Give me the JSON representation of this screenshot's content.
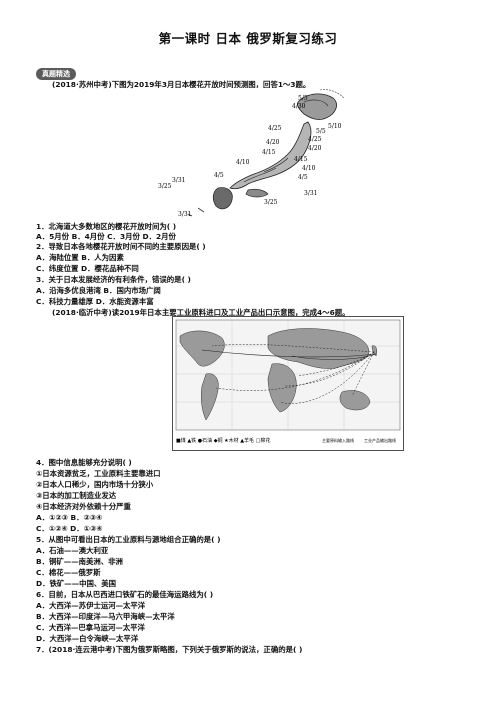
{
  "page": {
    "title": "第一课时  日本  俄罗斯复习练习",
    "badge": "真题精选"
  },
  "map1": {
    "labels": [
      "5/5",
      "4/30",
      "5/10",
      "4/25",
      "5/5",
      "4/20",
      "4/25",
      "4/15",
      "4/20",
      "4/10",
      "4/15",
      "4/5",
      "4/10",
      "3/31",
      "4/5",
      "3/25",
      "3/31",
      "3/25",
      "3/31"
    ]
  },
  "map2": {
    "legend": "■煤 ▲铁 ●石油 ◆铜 ★木材 ▲羊毛 □棉花",
    "legend2": "主要原料输入路线",
    "legend3": "工业产品输出路线"
  },
  "lines": [
    "(2018·苏州中考)下图为2019年3月日本樱花开放时间预测图，回答1～3题。",
    "1．北海道大多数地区的樱花开放时间为(     )",
    "A．5月份          B．4月份          C．3月份          D．2月份",
    "2．导致日本各地樱花开放时间不同的主要原因是(     )",
    "A．海陆位置                         B．人为因素",
    "C．纬度位置                         D．樱花品种不同",
    "3．关于日本发展经济的有利条件，错误的是(     )",
    "A．沿海多优良港湾             B．国内市场广阔",
    "C．科技力量雄厚                D．水能资源丰富",
    "(2018·临沂中考)读2019年日本主要工业原料进口及工业产品出口示意图，完成4～6题。",
    "4．图中信息能够充分说明(     )",
    "①日本资源贫乏，工业原料主要靠进口",
    "②日本人口稀少，国内市场十分狭小",
    "③日本的加工制造业发达",
    "④日本经济对外依赖十分严重",
    "A．①②③                               B．②③④",
    "C．①②④                               D．①③④",
    "5．从图中可看出日本的工业原料与源地组合正确的是(     )",
    "A．石油——澳大利亚",
    "B．铜矿——南美洲、非洲",
    "C．棉花——俄罗斯",
    "D．铁矿——中国、美国",
    "6．目前，日本从巴西进口铁矿石的最佳海运路线为(     )",
    "A．大西洋—苏伊士运河—太平洋",
    "B．大西洋—印度洋—马六甲海峡—太平洋",
    "C．大西洋—巴拿马运河—太平洋",
    "D．大西洋—白令海峡—太平洋",
    "7．(2018·连云港中考)下图为俄罗斯略图，下列关于俄罗斯的说法，正确的是(     )"
  ]
}
